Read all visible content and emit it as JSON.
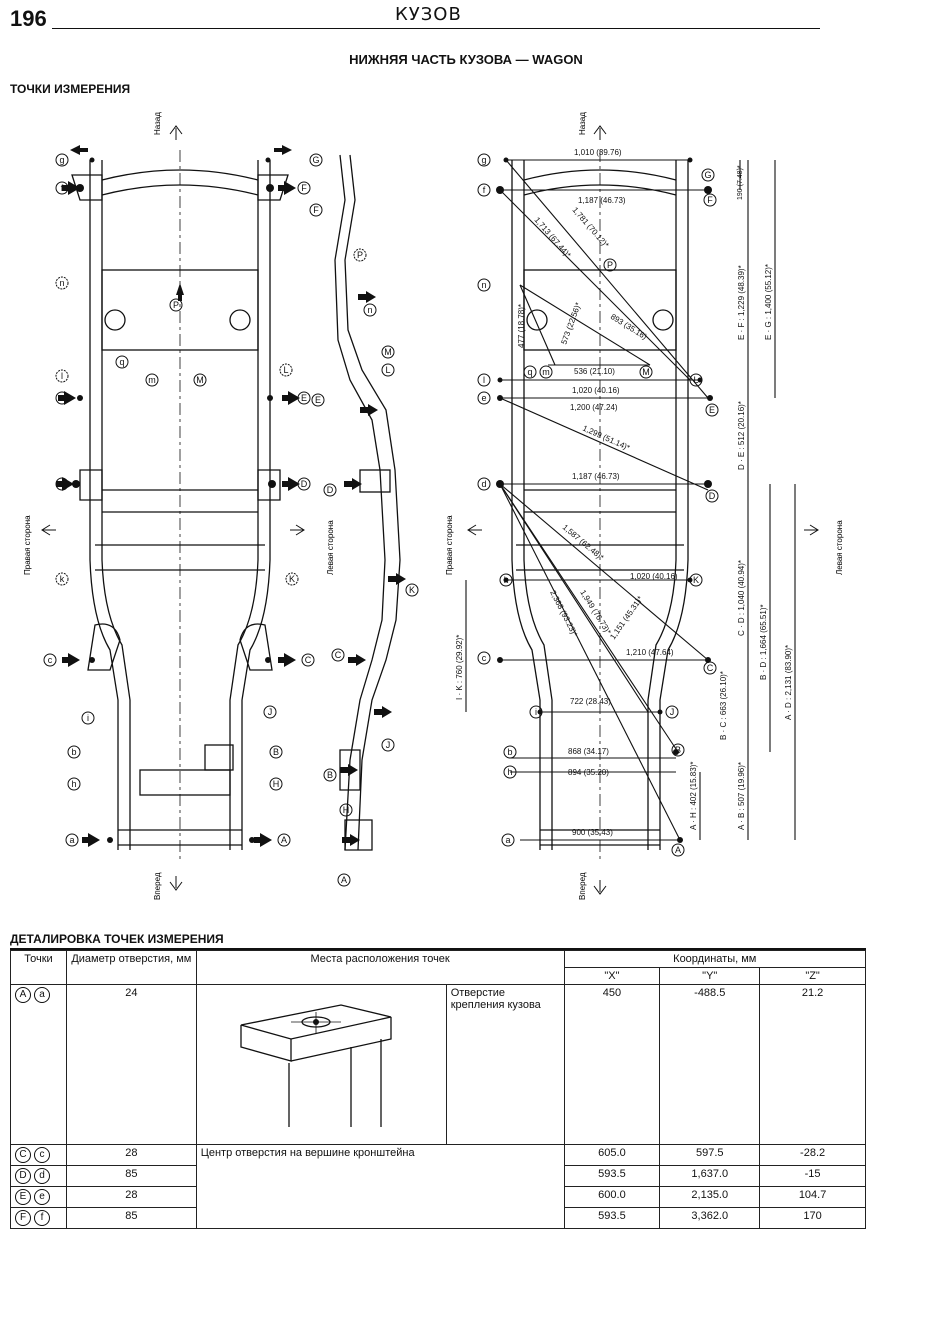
{
  "header": {
    "page_number": "196",
    "section": "КУЗОВ",
    "page_title": "НИЖНЯЯ ЧАСТЬ КУЗОВА — WAGON",
    "measurement_points_title": "ТОЧКИ ИЗМЕРЕНИЯ"
  },
  "diagram": {
    "labels": {
      "rear": "Назад",
      "front": "Вперед",
      "right_side": "Правая сторона",
      "left_side": "Левая сторона"
    },
    "dimensions": {
      "d1": "1,010 (39.76)",
      "d2": "1,187 (46.73)",
      "d3": "1,781 (70.12)*",
      "d4": "1,713 (67.44)*",
      "d5": "190 (7.48)*",
      "d6": "E · F : 1,229 (48.39)*",
      "d7": "E · G : 1,400 (55.12)*",
      "d8": "573 (22.56)*",
      "d9": "477 (18.78)*",
      "d10": "893 (35.16)",
      "d11": "536 (21.10)",
      "d12": "1,020 (40.16)",
      "d13": "1,200 (47.24)",
      "d14": "1,299 (51.14)*",
      "d15": "D · E : 512 (20.16)*",
      "d16": "1,187 (46.73)",
      "d17": "1,587 (62.48)*",
      "d18": "1,020 (40.16)",
      "d19": "1,949 (76.73)*",
      "d20": "2,368 (93.23)*",
      "d21": "1,151 (45.31)*",
      "d22": "1,210 (47.64)",
      "d23": "C · D : 1,040 (40.94)*",
      "d24": "B · D : 1,664 (65.51)*",
      "d25": "A · D : 2,131 (83.90)*",
      "d26": "I · K : 760 (29.92)*",
      "d27": "722 (28.43)",
      "d28": "B · C : 663 (26.10)*",
      "d29": "868 (34.17)",
      "d30": "894 (35.20)",
      "d31": "A · H : 402 (15.83)*",
      "d32": "A · B : 507 (19.96)*",
      "d33": "900 (35.43)"
    }
  },
  "table": {
    "title": "ДЕТАЛИРОВКА ТОЧЕК ИЗМЕРЕНИЯ",
    "headers": {
      "points": "Точки",
      "diameter": "Диаметр отверстия, мм",
      "locations": "Места расположения точек",
      "coordinates": "Координаты, мм",
      "x": "\"X\"",
      "y": "\"Y\"",
      "z": "\"Z\""
    },
    "rows": [
      {
        "p1": "A",
        "p2": "a",
        "diameter": "24",
        "location": "Отверстие крепления кузова",
        "x": "450",
        "y": "-488.5",
        "z": "21.2"
      },
      {
        "p1": "C",
        "p2": "c",
        "diameter": "28",
        "location": "Центр отверстия на вершине кронштейна",
        "x": "605.0",
        "y": "597.5",
        "z": "-28.2"
      },
      {
        "p1": "D",
        "p2": "d",
        "diameter": "85",
        "location": "",
        "x": "593.5",
        "y": "1,637.0",
        "z": "-15"
      },
      {
        "p1": "E",
        "p2": "e",
        "diameter": "28",
        "location": "",
        "x": "600.0",
        "y": "2,135.0",
        "z": "104.7"
      },
      {
        "p1": "F",
        "p2": "f",
        "diameter": "85",
        "location": "",
        "x": "593.5",
        "y": "3,362.0",
        "z": "170"
      }
    ]
  }
}
